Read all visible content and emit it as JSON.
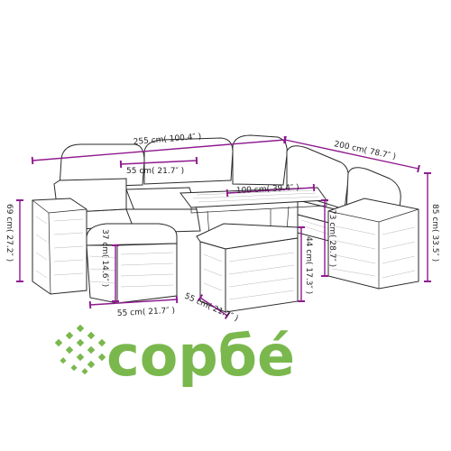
{
  "dimensions": {
    "total_width": "255 cm( 100.4″ )",
    "total_depth": "200 cm( 78.7″ )",
    "seat_width": "55 cm( 21.7″ )",
    "table_width": "100 cm( 39.4″ )",
    "side_height": "69 cm( 27.2″ )",
    "table_height": "73 cm( 28.7″ )",
    "stool_height": "44 cm( 17.3″ )",
    "overall_height": "85 cm( 33.5″ )",
    "footstool_height": "37 cm( 14.6″ )",
    "footstool_width": "55 cm( 21.7″ )",
    "stool_width": "55 cm( 21.7″ )"
  },
  "brand": {
    "name": "copбé",
    "color": "#7ab84e"
  },
  "colors": {
    "dimension_line": "#8e1a8e",
    "outline": "#2a2a2a"
  }
}
